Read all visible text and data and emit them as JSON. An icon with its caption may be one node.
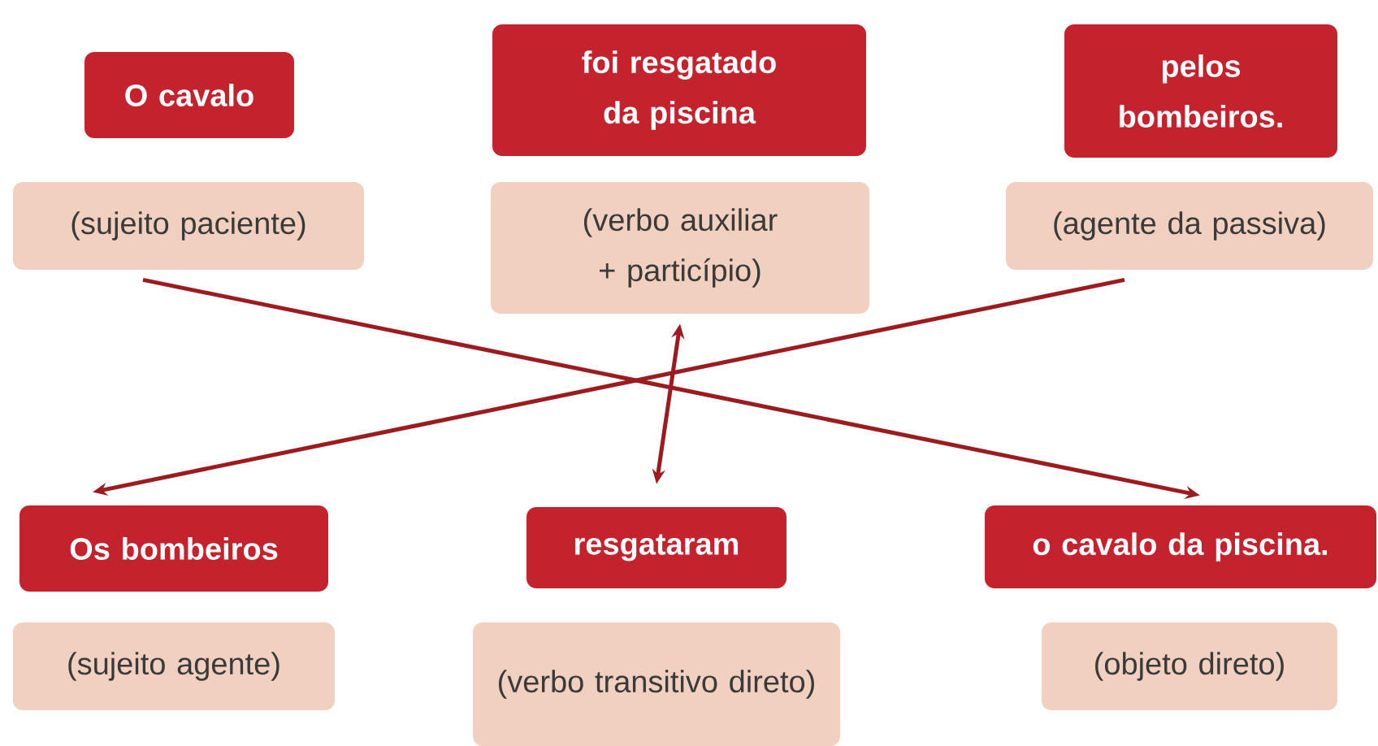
{
  "diagram": {
    "nodes": [
      {
        "text": [
          "O cavalo"
        ]
      },
      {
        "text": [
          "foi resgatado da piscina"
        ]
      },
      {
        "text": [
          "pelos bombeiros."
        ]
      },
      {
        "text": [
          "(sujeito paciente)"
        ]
      },
      {
        "text": [
          "(verbo auxiliar + particípio)"
        ]
      },
      {
        "text": [
          "(agente da passiva)"
        ]
      },
      {
        "text": [
          "Os bombeiros"
        ]
      },
      {
        "text": [
          "resgataram"
        ]
      },
      {
        "text": [
          "o cavalo da piscina."
        ]
      },
      {
        "text": [
          "(sujeito agente)"
        ]
      },
      {
        "text": [
          "(verbo transitivo direto)"
        ]
      },
      {
        "text": [
          "(objeto direto)"
        ]
      }
    ],
    "edges": [
      {
        "from": 3,
        "to": 8,
        "arrow": "to"
      },
      {
        "from": 5,
        "to": 6,
        "arrow": "to"
      },
      {
        "from": 4,
        "to": 7,
        "arrow": "both"
      }
    ]
  }
}
